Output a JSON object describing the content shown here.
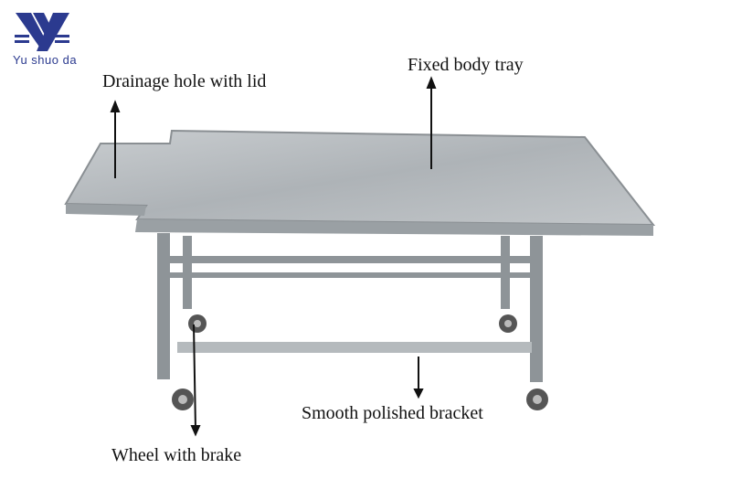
{
  "brand": {
    "name": "Yu shuo da",
    "color": "#2b3a8f"
  },
  "annotations": {
    "drainage": "Drainage hole with lid",
    "tray": "Fixed body tray",
    "bracket": "Smooth polished bracket",
    "wheel": "Wheel with brake"
  }
}
